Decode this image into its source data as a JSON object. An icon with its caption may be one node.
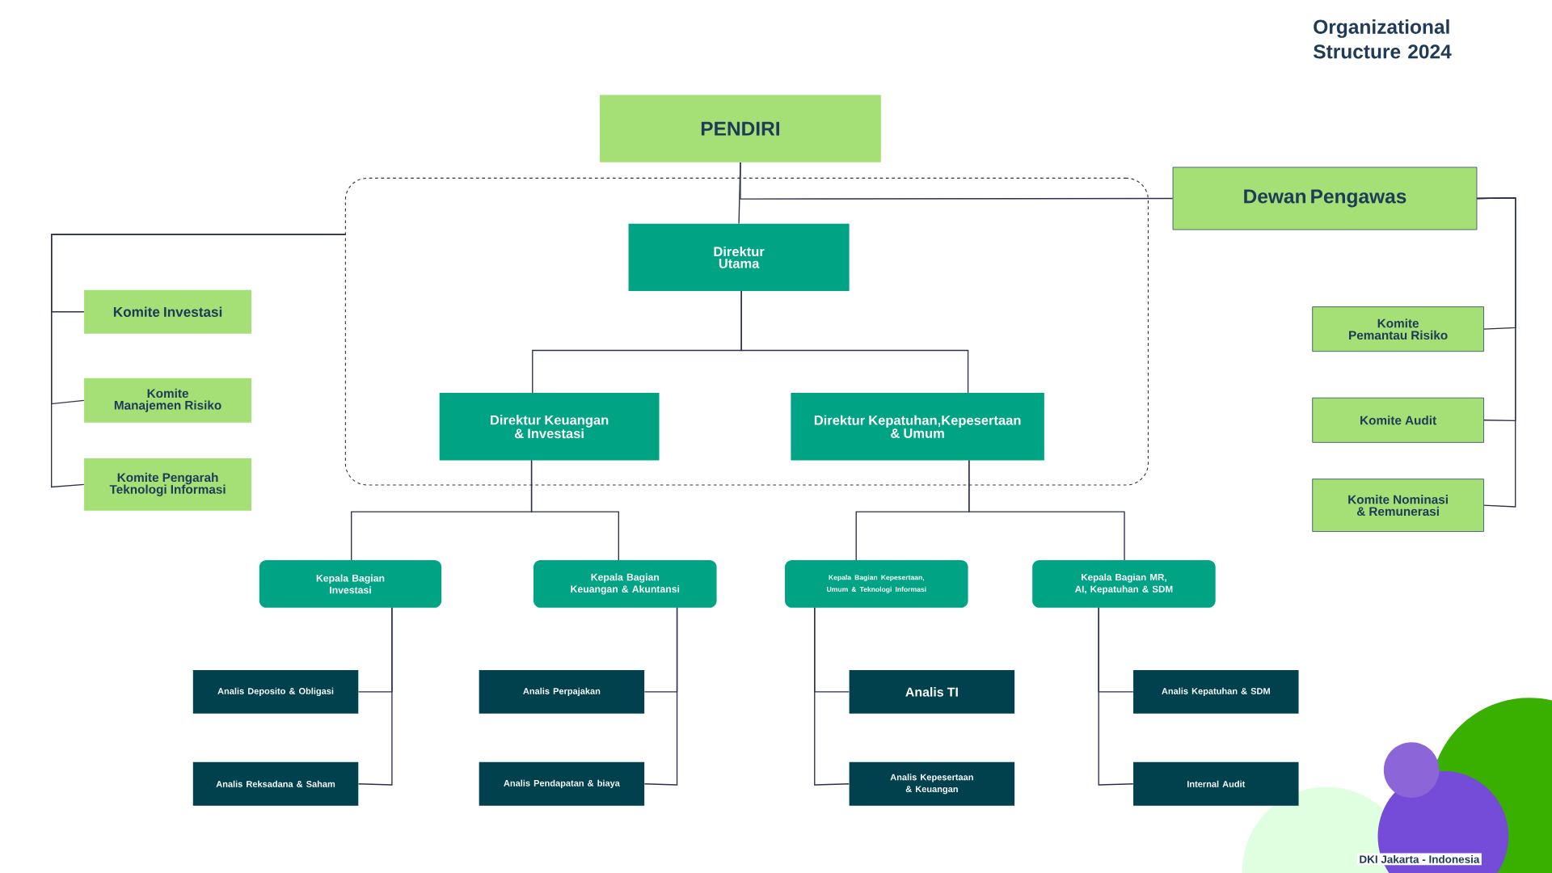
{
  "diagram": {
    "title": "Organizational Structure 2024",
    "nodes": [
      {
        "text": [
          "PENDIRI"
        ]
      },
      {
        "text": [],
        "shape": "box"
      },
      {
        "text": [
          "Dewan Pengawas"
        ]
      },
      {
        "text": [
          "Direktur Utama"
        ],
        "in": 1
      },
      {
        "text": [
          "Direktur Keuangan & Investasi"
        ],
        "in": 1
      },
      {
        "text": [
          "Direktur Kepatuhan,Kepesertaan & Umum"
        ],
        "in": 1
      },
      {
        "text": [
          "Komite Investasi"
        ]
      },
      {
        "text": [
          "Komite Manajemen Risiko"
        ]
      },
      {
        "text": [
          "Komite Pengarah Teknologi Informasi"
        ]
      },
      {
        "text": [
          "Komite Pemantau Risiko"
        ]
      },
      {
        "text": [
          "Komite Audit"
        ]
      },
      {
        "text": [
          "Komite Nominasi & Remunerasi"
        ]
      },
      {
        "text": [
          "Kepala Bagian Investasi"
        ]
      },
      {
        "text": [
          "Kepala Bagian Keuangan & Akuntansi"
        ]
      },
      {
        "text": [
          "Kepala Bagian Kepesertaan, Umum & Teknologi Informasi"
        ]
      },
      {
        "text": [
          "Kepala Bagian MR, AI, Kepatuhan & SDM"
        ]
      },
      {
        "text": [
          "Analis Deposito & Obligasi"
        ]
      },
      {
        "text": [
          "Analis Reksadana & Saham"
        ]
      },
      {
        "text": [
          "Analis Perpajakan"
        ]
      },
      {
        "text": [
          "Analis Pendapatan & biaya"
        ]
      },
      {
        "text": [
          "Analis TI"
        ]
      },
      {
        "text": [
          "Analis Kepesertaan & Keuangan"
        ]
      },
      {
        "text": [
          "Analis Kepatuhan & SDM"
        ]
      },
      {
        "text": [
          "Internal Audit"
        ]
      }
    ],
    "edges": [
      {
        "from": 0,
        "to": 3,
        "arrow": "none"
      },
      {
        "from": 0,
        "to": 2,
        "arrow": "none"
      },
      {
        "from": 1,
        "to": 6,
        "arrow": "none"
      },
      {
        "from": 1,
        "to": 7,
        "arrow": "none"
      },
      {
        "from": 1,
        "to": 8,
        "arrow": "none"
      },
      {
        "from": 2,
        "to": 9,
        "arrow": "none"
      },
      {
        "from": 2,
        "to": 10,
        "arrow": "none"
      },
      {
        "from": 2,
        "to": 11,
        "arrow": "none"
      },
      {
        "from": 3,
        "to": 4,
        "arrow": "none"
      },
      {
        "from": 3,
        "to": 5,
        "arrow": "none"
      },
      {
        "from": 4,
        "to": 12,
        "arrow": "none"
      },
      {
        "from": 4,
        "to": 13,
        "arrow": "none"
      },
      {
        "from": 5,
        "to": 14,
        "arrow": "none"
      },
      {
        "from": 5,
        "to": 15,
        "arrow": "none"
      },
      {
        "from": 12,
        "to": 16,
        "arrow": "none"
      },
      {
        "from": 12,
        "to": 17,
        "arrow": "none"
      },
      {
        "from": 13,
        "to": 18,
        "arrow": "none"
      },
      {
        "from": 13,
        "to": 19,
        "arrow": "none"
      },
      {
        "from": 14,
        "to": 20,
        "arrow": "none"
      },
      {
        "from": 14,
        "to": 21,
        "arrow": "none"
      },
      {
        "from": 15,
        "to": 22,
        "arrow": "none"
      },
      {
        "from": 15,
        "to": 23,
        "arrow": "none"
      }
    ],
    "labels": [
      "DKI Jakarta - Indonesia"
    ]
  }
}
